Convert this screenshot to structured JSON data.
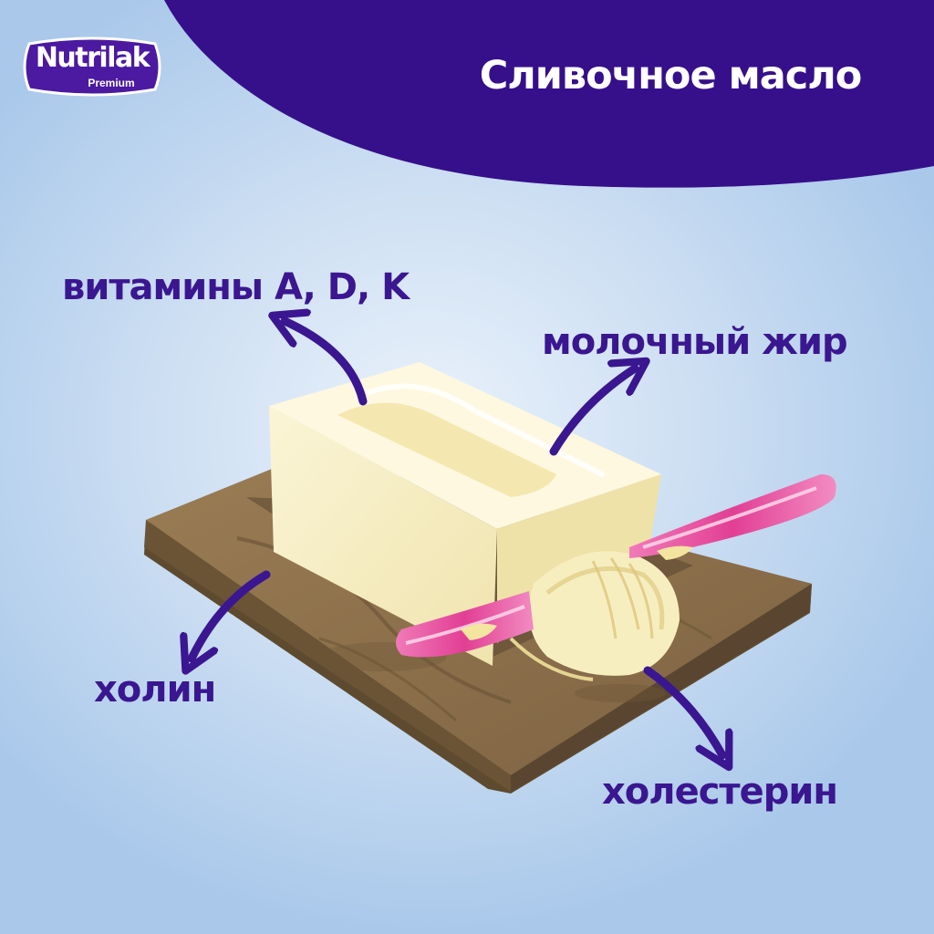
{
  "header": {
    "brand_name": "Nutrilak",
    "brand_sub": "Premium",
    "title": "Сливочное масло"
  },
  "labels": {
    "vitamins": "витамины A, D, K",
    "milk_fat": "молочный жир",
    "choline": "холин",
    "cholesterol": "холестерин"
  },
  "colors": {
    "banner": "#35108a",
    "label_text": "#3a1690",
    "butter": "#f6efc6",
    "board": "#8f744e",
    "knife": "#e8469a"
  }
}
